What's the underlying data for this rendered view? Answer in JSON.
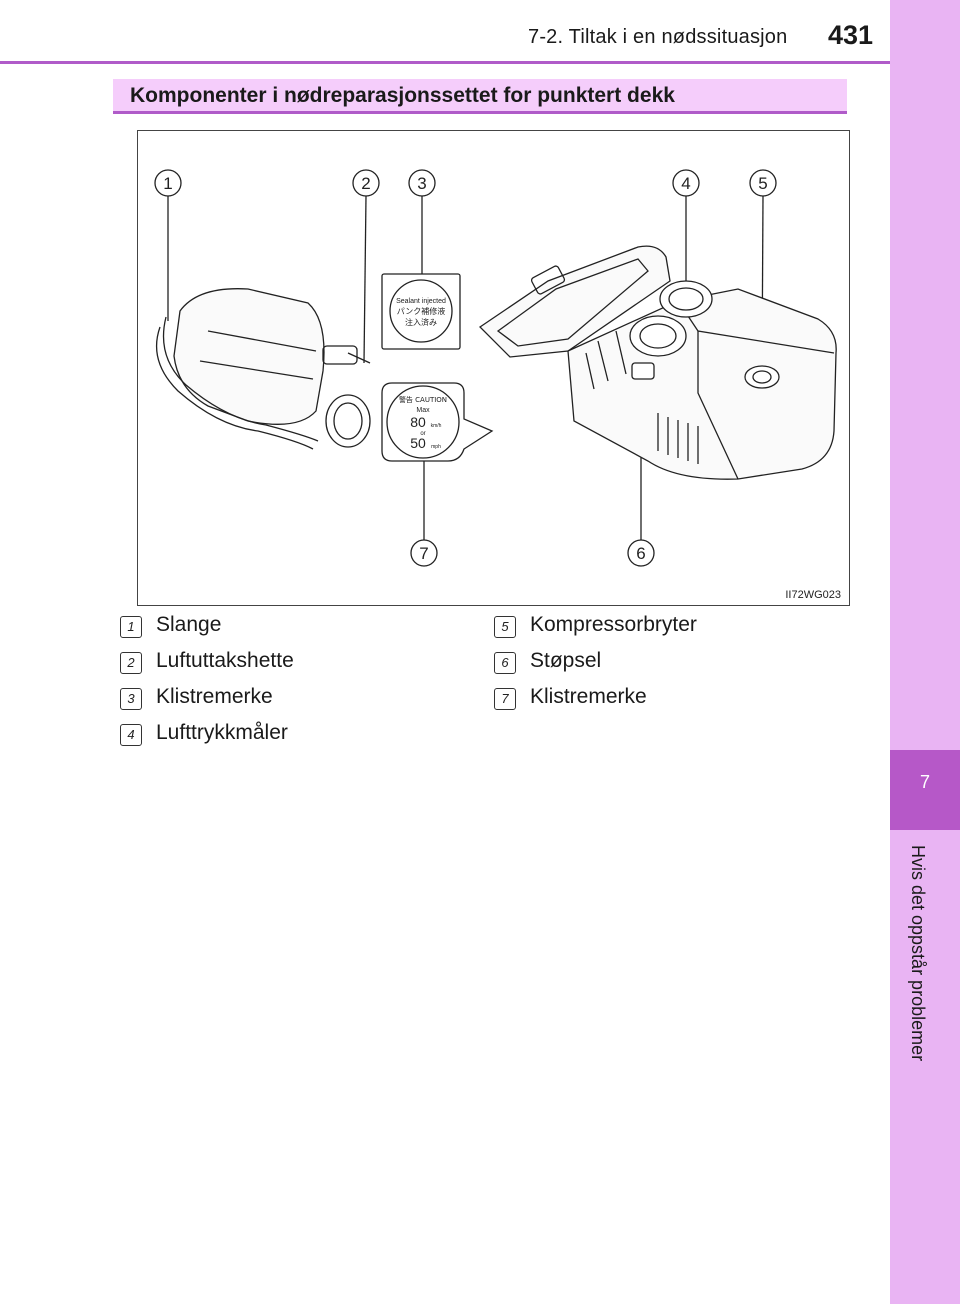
{
  "header": {
    "section": "7-2. Tiltak i en nødssituasjon",
    "page_number": "431"
  },
  "side_tab": {
    "chapter_number": "7",
    "chapter_title": "Hvis det oppstår problemer"
  },
  "section_heading": "Komponenter i nødreparasjonssettet for punktert dekk",
  "figure": {
    "code": "II72WG023",
    "callouts": [
      "1",
      "2",
      "3",
      "4",
      "5",
      "6",
      "7"
    ],
    "sticker_sealant": [
      "Sealant injected",
      "パンク補修液",
      "注入済み"
    ],
    "sticker_caution": [
      "警告 CAUTION",
      "Max",
      "80",
      "km/h",
      "or",
      "50",
      "mph"
    ]
  },
  "legend": [
    {
      "num": "1",
      "label": "Slange"
    },
    {
      "num": "2",
      "label": "Luftuttakshette"
    },
    {
      "num": "3",
      "label": "Klistremerke"
    },
    {
      "num": "4",
      "label": "Lufttrykkmåler"
    },
    {
      "num": "5",
      "label": "Kompressorbryter"
    },
    {
      "num": "6",
      "label": "Støpsel"
    },
    {
      "num": "7",
      "label": "Klistremerke"
    }
  ],
  "colors": {
    "accent": "#b05bc9",
    "heading_bg": "#f5cdfb",
    "side_tab_light": "#e9b4f3",
    "side_tab_dark": "#b658c8"
  }
}
